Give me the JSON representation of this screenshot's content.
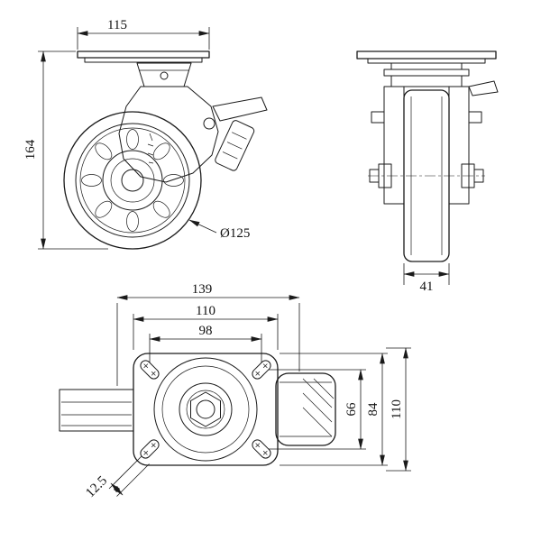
{
  "dimensions": {
    "side_plate_length": "115",
    "side_overall_height": "164",
    "wheel_diameter": "Ø125",
    "wheel_width": "41",
    "top_overall_length": "139",
    "top_plate_length": "110",
    "top_bolt_spacing": "98",
    "top_bolt_spacing_v": "66",
    "top_plate_width": "84",
    "top_overall_width": "110",
    "slot_width": "12.5"
  },
  "colors": {
    "line": "#1a1a1a",
    "background": "#ffffff"
  }
}
